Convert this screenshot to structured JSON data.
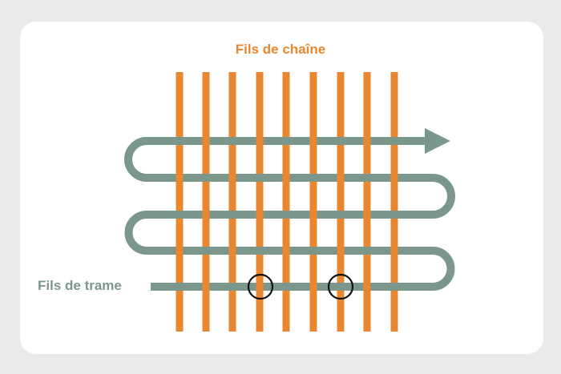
{
  "diagram": {
    "warp_label": "Fils de chaîne",
    "weft_label": "Fils de trame",
    "colors": {
      "warp": "#e8872f",
      "weft": "#7b978c",
      "marker": "#111111",
      "background": "#e8ebe9",
      "card": "#ffffff"
    },
    "warp_count": 9,
    "weft_rows": 5,
    "highlighted_crossings": [
      {
        "row": 5,
        "warp_index": 4
      },
      {
        "row": 5,
        "warp_index": 7
      }
    ],
    "arrow": "right"
  }
}
